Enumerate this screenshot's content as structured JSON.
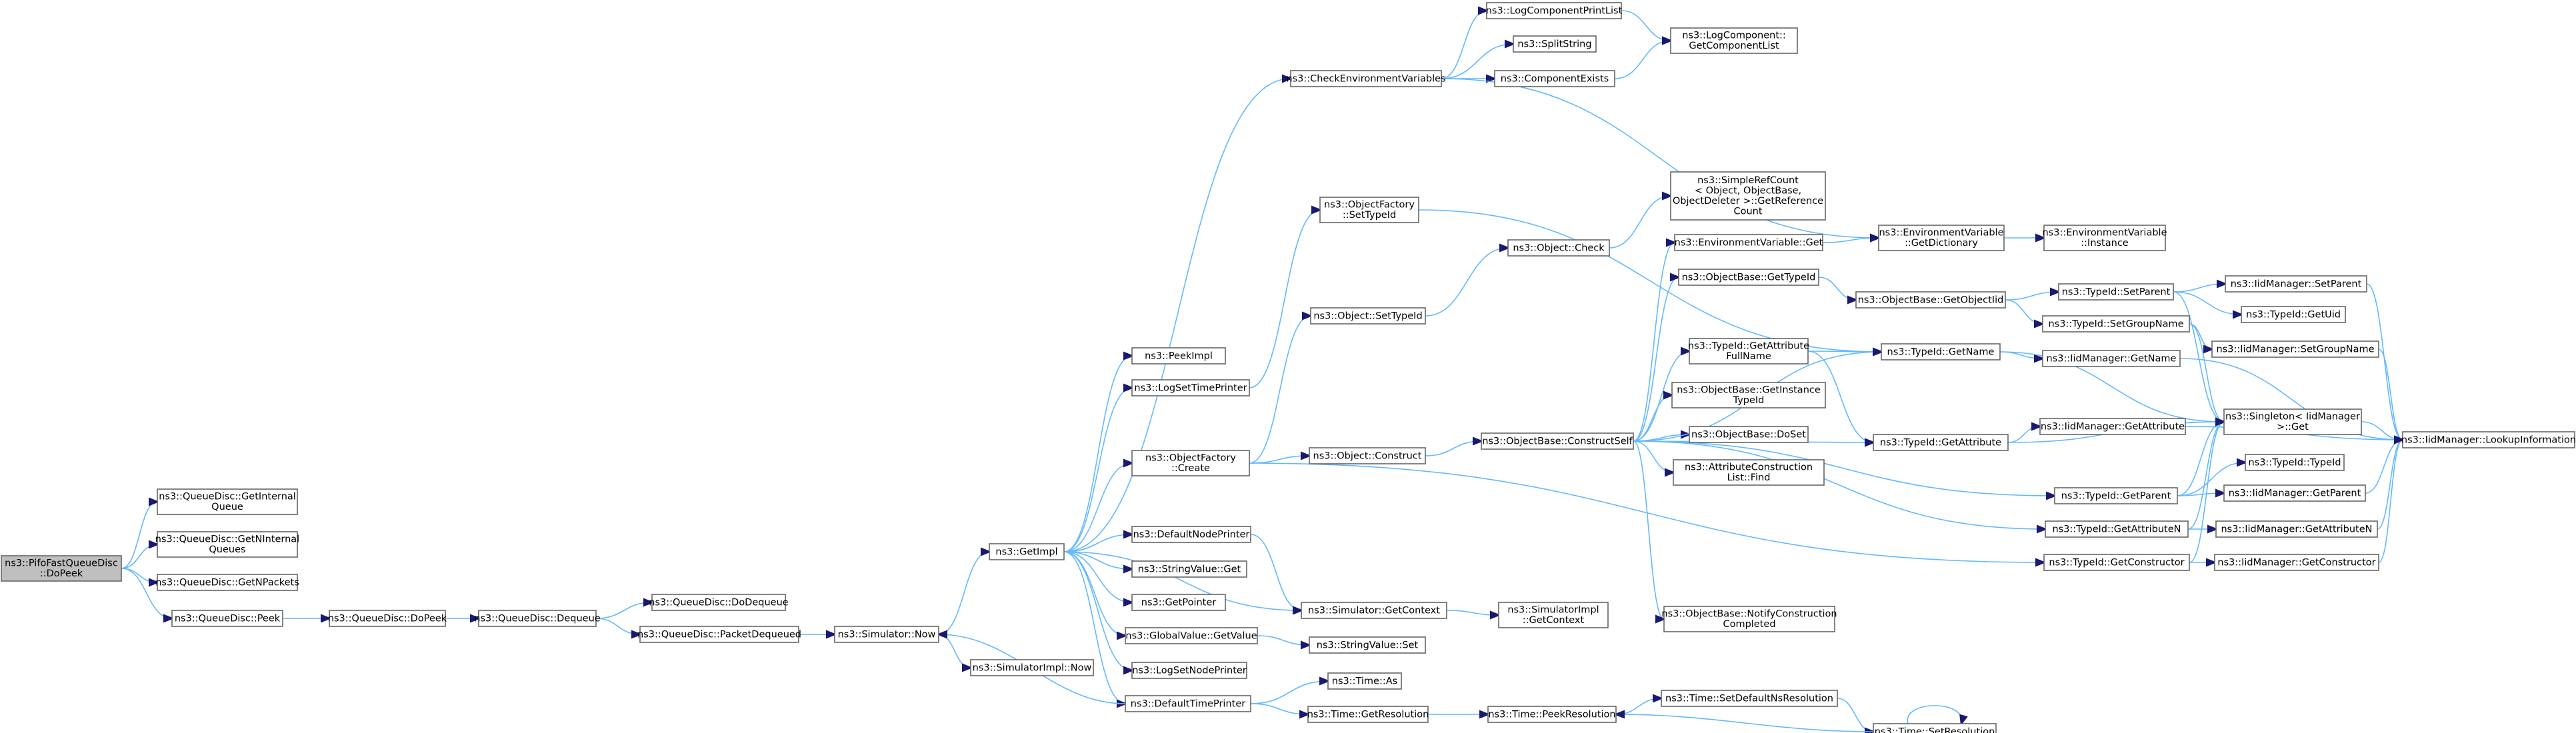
{
  "diagram": {
    "type": "call-graph",
    "colors": {
      "edge": "#191970",
      "node_border": "#666666",
      "root_fill": "#bfbfbf",
      "background": "#ffffff"
    },
    "nodes": [
      {
        "id": "root",
        "lines": [
          "ns3::PifoFastQueueDisc",
          "::DoPeek"
        ],
        "root": true
      },
      {
        "id": "getInternalQueue",
        "lines": [
          "ns3::QueueDisc::GetInternal",
          "Queue"
        ]
      },
      {
        "id": "getNInternalQueues",
        "lines": [
          "ns3::QueueDisc::GetNInternal",
          "Queues"
        ]
      },
      {
        "id": "getNPackets",
        "lines": [
          "ns3::QueueDisc::GetNPackets"
        ]
      },
      {
        "id": "qdPeek",
        "lines": [
          "ns3::QueueDisc::Peek"
        ]
      },
      {
        "id": "qdDoPeek",
        "lines": [
          "ns3::QueueDisc::DoPeek"
        ]
      },
      {
        "id": "qdDequeue",
        "lines": [
          "ns3::QueueDisc::Dequeue"
        ]
      },
      {
        "id": "qdDoDequeue",
        "lines": [
          "ns3::QueueDisc::DoDequeue"
        ]
      },
      {
        "id": "qdPacketDequeued",
        "lines": [
          "ns3::QueueDisc::PacketDequeued"
        ]
      },
      {
        "id": "simNow",
        "lines": [
          "ns3::Simulator::Now"
        ]
      },
      {
        "id": "simImplNow",
        "lines": [
          "ns3::SimulatorImpl::Now"
        ]
      },
      {
        "id": "getImpl",
        "lines": [
          "ns3::GetImpl"
        ]
      },
      {
        "id": "peekImpl",
        "lines": [
          "ns3::PeekImpl"
        ]
      },
      {
        "id": "logSetTimePrinter",
        "lines": [
          "ns3::LogSetTimePrinter"
        ]
      },
      {
        "id": "objFactoryCreate",
        "lines": [
          "ns3::ObjectFactory",
          "::Create"
        ]
      },
      {
        "id": "defaultNodePrinter",
        "lines": [
          "ns3::DefaultNodePrinter"
        ]
      },
      {
        "id": "stringValueGet",
        "lines": [
          "ns3::StringValue::Get"
        ]
      },
      {
        "id": "getPointer",
        "lines": [
          "ns3::GetPointer"
        ]
      },
      {
        "id": "globalValueGetValue",
        "lines": [
          "ns3::GlobalValue::GetValue"
        ]
      },
      {
        "id": "logSetNodePrinter",
        "lines": [
          "ns3::LogSetNodePrinter"
        ]
      },
      {
        "id": "defaultTimePrinter",
        "lines": [
          "ns3::DefaultTimePrinter"
        ]
      },
      {
        "id": "checkEnvVars",
        "lines": [
          "ns3::CheckEnvironmentVariables"
        ]
      },
      {
        "id": "logCompPrintList",
        "lines": [
          "ns3::LogComponentPrintList"
        ]
      },
      {
        "id": "splitString",
        "lines": [
          "ns3::SplitString"
        ]
      },
      {
        "id": "componentExists",
        "lines": [
          "ns3::ComponentExists"
        ]
      },
      {
        "id": "logCompGetList",
        "lines": [
          "ns3::LogComponent::",
          "GetComponentList"
        ]
      },
      {
        "id": "objFactorySetTypeId",
        "lines": [
          "ns3::ObjectFactory",
          "::SetTypeId"
        ]
      },
      {
        "id": "objectSetTypeId",
        "lines": [
          "ns3::Object::SetTypeId"
        ]
      },
      {
        "id": "objectConstruct",
        "lines": [
          "ns3::Object::Construct"
        ]
      },
      {
        "id": "simGetContext",
        "lines": [
          "ns3::Simulator::GetContext"
        ]
      },
      {
        "id": "simImplGetContext",
        "lines": [
          "ns3::SimulatorImpl",
          "::GetContext"
        ]
      },
      {
        "id": "stringValueSet",
        "lines": [
          "ns3::StringValue::Set"
        ]
      },
      {
        "id": "timeAs",
        "lines": [
          "ns3::Time::As"
        ]
      },
      {
        "id": "timeGetResolution",
        "lines": [
          "ns3::Time::GetResolution"
        ]
      },
      {
        "id": "objectCheck",
        "lines": [
          "ns3::Object::Check"
        ]
      },
      {
        "id": "simpleRefCount",
        "lines": [
          "ns3::SimpleRefCount",
          "< Object, ObjectBase,",
          "ObjectDeleter >::GetReference",
          "Count"
        ]
      },
      {
        "id": "envVarGet",
        "lines": [
          "ns3::EnvironmentVariable::Get"
        ]
      },
      {
        "id": "envVarGetDict",
        "lines": [
          "ns3::EnvironmentVariable",
          "::GetDictionary"
        ]
      },
      {
        "id": "envVarInstance",
        "lines": [
          "ns3::EnvironmentVariable",
          "::Instance"
        ]
      },
      {
        "id": "objBaseGetTypeId",
        "lines": [
          "ns3::ObjectBase::GetTypeId"
        ]
      },
      {
        "id": "objBaseGetObjectIid",
        "lines": [
          "ns3::ObjectBase::GetObjectIid"
        ]
      },
      {
        "id": "typeIdGetAttrFullName",
        "lines": [
          "ns3::TypeId::GetAttribute",
          "FullName"
        ]
      },
      {
        "id": "objBaseGetInstanceTypeId",
        "lines": [
          "ns3::ObjectBase::GetInstance",
          "TypeId"
        ]
      },
      {
        "id": "objBaseDoSet",
        "lines": [
          "ns3::ObjectBase::DoSet"
        ]
      },
      {
        "id": "attrConstructionListFind",
        "lines": [
          "ns3::AttributeConstruction",
          "List::Find"
        ]
      },
      {
        "id": "objBaseConstructSelf",
        "lines": [
          "ns3::ObjectBase::ConstructSelf"
        ]
      },
      {
        "id": "objBaseNotify",
        "lines": [
          "ns3::ObjectBase::NotifyConstruction",
          "Completed"
        ]
      },
      {
        "id": "timePeekResolution",
        "lines": [
          "ns3::Time::PeekResolution"
        ]
      },
      {
        "id": "timeSetDefaultNsRes",
        "lines": [
          "ns3::Time::SetDefaultNsResolution"
        ]
      },
      {
        "id": "timeSetResolution",
        "lines": [
          "ns3::Time::SetResolution"
        ]
      },
      {
        "id": "typeIdGetName",
        "lines": [
          "ns3::TypeId::GetName"
        ]
      },
      {
        "id": "typeIdGetAttribute",
        "lines": [
          "ns3::TypeId::GetAttribute"
        ]
      },
      {
        "id": "typeIdGetParent",
        "lines": [
          "ns3::TypeId::GetParent"
        ]
      },
      {
        "id": "typeIdGetAttributeN",
        "lines": [
          "ns3::TypeId::GetAttributeN"
        ]
      },
      {
        "id": "typeIdGetConstructor",
        "lines": [
          "ns3::TypeId::GetConstructor"
        ]
      },
      {
        "id": "typeIdSetParent",
        "lines": [
          "ns3::TypeId::SetParent"
        ]
      },
      {
        "id": "typeIdSetGroupName",
        "lines": [
          "ns3::TypeId::SetGroupName"
        ]
      },
      {
        "id": "iidGetName",
        "lines": [
          "ns3::IidManager::GetName"
        ]
      },
      {
        "id": "iidGetAttribute",
        "lines": [
          "ns3::IidManager::GetAttribute"
        ]
      },
      {
        "id": "singletonGet",
        "lines": [
          "ns3::Singleton< IidManager",
          ">::Get"
        ]
      },
      {
        "id": "iidSetParent",
        "lines": [
          "ns3::IidManager::SetParent"
        ]
      },
      {
        "id": "typeIdGetUid",
        "lines": [
          "ns3::TypeId::GetUid"
        ]
      },
      {
        "id": "iidSetGroupName",
        "lines": [
          "ns3::IidManager::SetGroupName"
        ]
      },
      {
        "id": "typeIdTypeId",
        "lines": [
          "ns3::TypeId::TypeId"
        ]
      },
      {
        "id": "iidGetParent",
        "lines": [
          "ns3::IidManager::GetParent"
        ]
      },
      {
        "id": "iidGetAttributeN",
        "lines": [
          "ns3::IidManager::GetAttributeN"
        ]
      },
      {
        "id": "iidGetConstructor",
        "lines": [
          "ns3::IidManager::GetConstructor"
        ]
      },
      {
        "id": "iidLookupInformation",
        "lines": [
          "ns3::IidManager::LookupInformation"
        ]
      }
    ]
  }
}
